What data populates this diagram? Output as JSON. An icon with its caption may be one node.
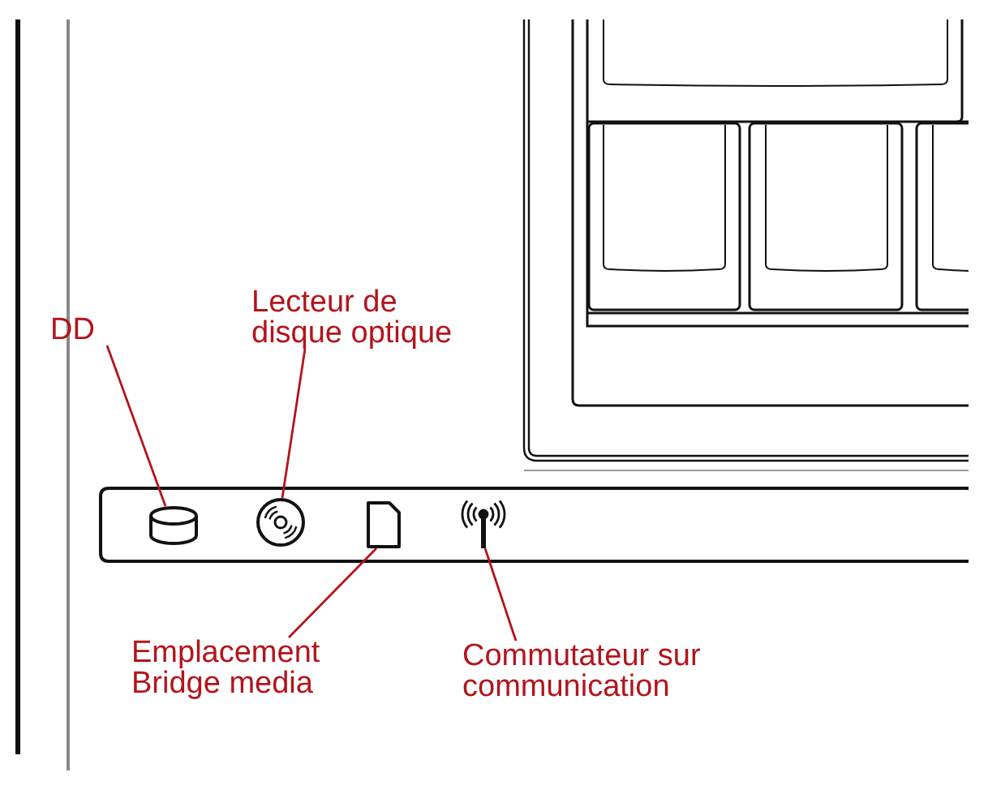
{
  "diagram": {
    "nodes": [
      {
        "text": [
          "DD"
        ]
      },
      {
        "text": [
          "Lecteur de disque optique"
        ]
      },
      {
        "text": [],
        "shape": "cylinder"
      },
      {
        "text": [],
        "shape": "picture"
      },
      {
        "text": [],
        "shape": "picture"
      },
      {
        "text": [],
        "shape": "picture"
      },
      {
        "text": [
          "Emplacement Bridge media"
        ]
      },
      {
        "text": [
          "Commutateur sur communication"
        ]
      }
    ],
    "edges": [
      {
        "from": 0,
        "to": 2,
        "arrow": "none"
      },
      {
        "from": 1,
        "to": 3,
        "arrow": "none"
      },
      {
        "from": 6,
        "to": 4,
        "arrow": "none"
      },
      {
        "from": 7,
        "to": 5,
        "arrow": "none"
      }
    ]
  }
}
